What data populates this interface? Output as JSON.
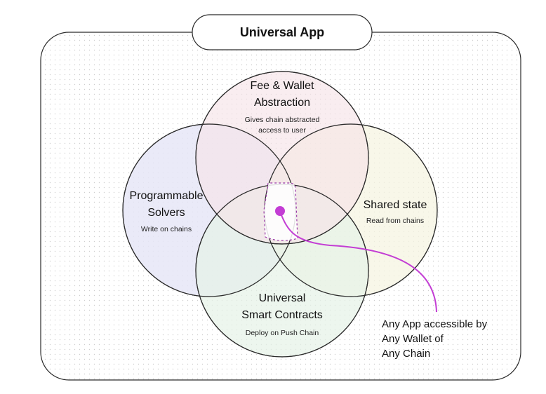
{
  "title": "Universal App",
  "circles": {
    "fee_wallet": {
      "title_line1": "Fee & Wallet",
      "title_line2": "Abstraction",
      "sub_line1": "Gives chain abstracted",
      "sub_line2": "access to user",
      "fill": "#f6e6ea"
    },
    "solvers": {
      "title_line1": "Programmable",
      "title_line2": "Solvers",
      "sub_line1": "Write on chains",
      "fill": "#eaeaf7"
    },
    "shared_state": {
      "title_line1": "Shared state",
      "sub_line1": "Read from chains",
      "fill": "#f6f4e4"
    },
    "contracts": {
      "title_line1": "Universal",
      "title_line2": "Smart Contracts",
      "sub_line1": "Deploy on Push Chain",
      "fill": "#e9f3ea"
    }
  },
  "callout": {
    "line1": "Any App accessible by",
    "line2": "Any Wallet of",
    "line3": "Any Chain",
    "accent": "#c33dd4"
  },
  "colors": {
    "outline": "#2b2b2b",
    "panel": "#fbfbfb"
  }
}
